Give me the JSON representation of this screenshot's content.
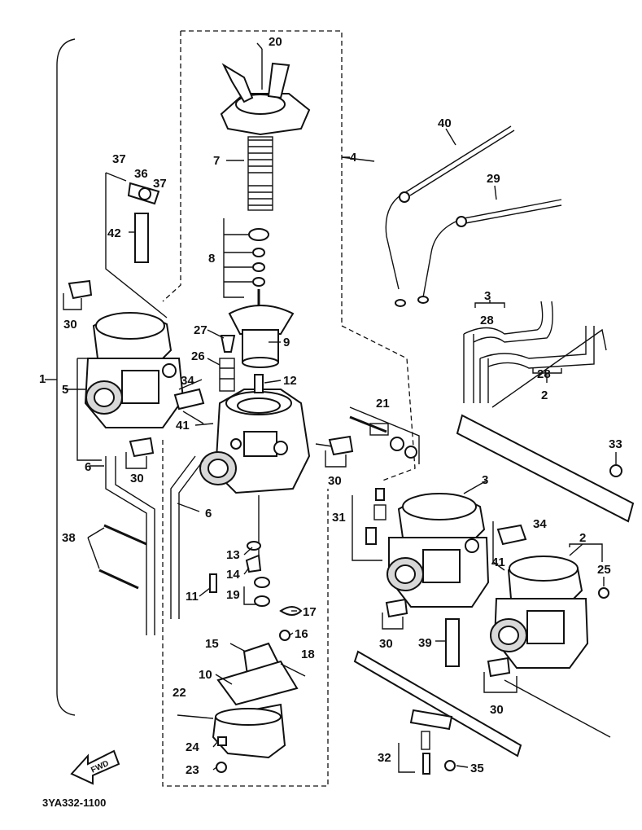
{
  "diagram": {
    "drawing_code": "3YA332-1100",
    "front_arrow_text": "FWD",
    "labels": [
      "1",
      "2",
      "3",
      "4",
      "5",
      "6",
      "7",
      "8",
      "9",
      "10",
      "11",
      "12",
      "13",
      "14",
      "15",
      "16",
      "17",
      "18",
      "19",
      "20",
      "21",
      "22",
      "23",
      "24",
      "25",
      "26",
      "27",
      "28",
      "29",
      "30",
      "31",
      "32",
      "33",
      "34",
      "35",
      "36",
      "37",
      "38",
      "39",
      "40",
      "41",
      "42"
    ],
    "extra_labels": {
      "label_2b": "2",
      "label_3b": "3",
      "label_6b": "6",
      "label_28b": "28",
      "label_30b": "30",
      "label_30c": "30",
      "label_30d": "30",
      "label_30e": "30",
      "label_34b": "34",
      "label_37b": "37",
      "label_41b": "41"
    }
  }
}
